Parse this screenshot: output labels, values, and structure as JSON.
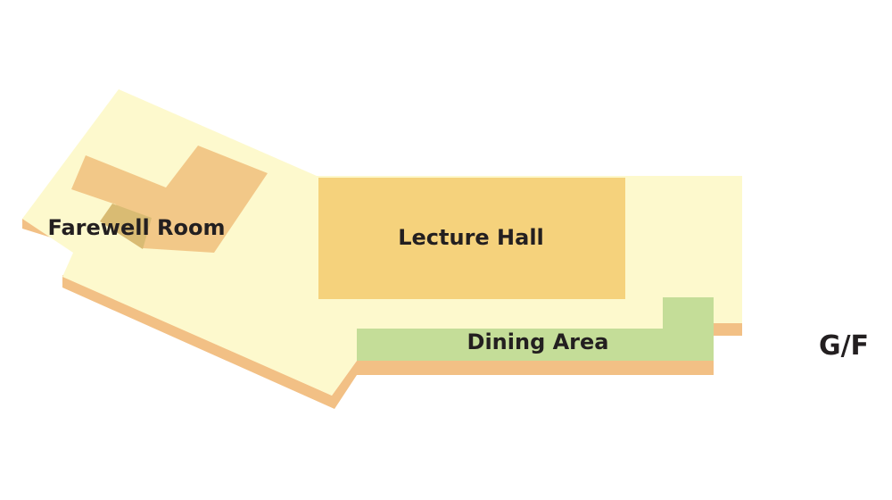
{
  "floor": {
    "label": "G/F"
  },
  "rooms": {
    "farewell_room": "Farewell Room",
    "lecture_hall": "Lecture Hall",
    "dining_area": "Dining Area"
  },
  "colors": {
    "floor_top": "#fdf9cd",
    "floor_edge": "#f2c085",
    "farewell_room": "#f2c888",
    "farewell_overlap": "#d9bb73",
    "lecture_hall": "#f5d27c",
    "dining_area": "#c4dd98",
    "text": "#231f20"
  }
}
